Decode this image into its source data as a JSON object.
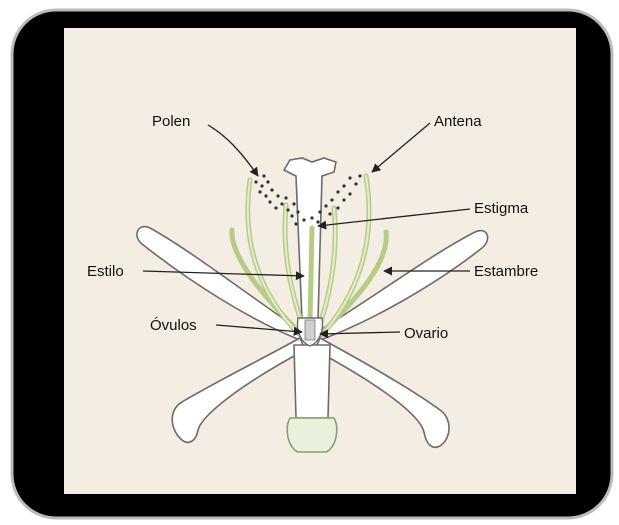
{
  "diagram": {
    "labels": {
      "polen": "Polen",
      "antena": "Antena",
      "estigma": "Estigma",
      "estilo": "Estilo",
      "estambre": "Estambre",
      "ovulos": "Óvulos",
      "ovario": "Ovario"
    },
    "colors": {
      "frame": "#000000",
      "panel": "#f4ede4",
      "petal_fill": "#ffffff",
      "petal_stroke": "#6b6b6b",
      "filament": "#b4cc84",
      "filament_light": "#dfe9c8",
      "pollen": "#333333",
      "leader": "#222222"
    }
  }
}
